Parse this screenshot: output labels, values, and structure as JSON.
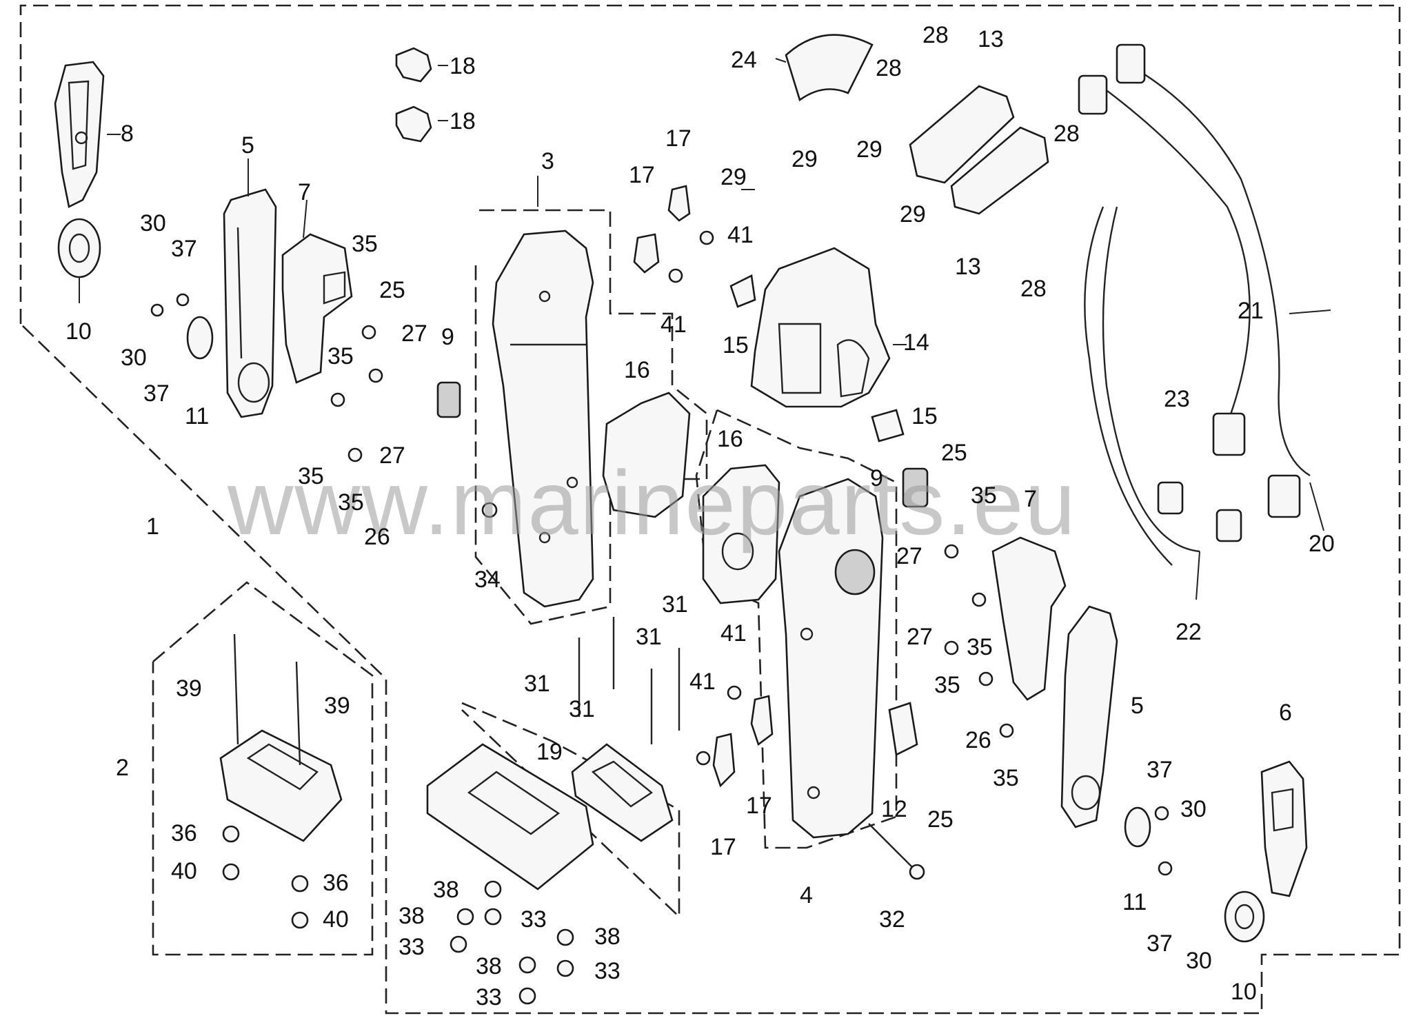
{
  "watermark": "www.marineparts.eu",
  "callouts": {
    "c1": "1",
    "c2": "2",
    "c3": "3",
    "c4": "4",
    "c5a": "5",
    "c5b": "5",
    "c6": "6",
    "c7a": "7",
    "c7b": "7",
    "c8": "8",
    "c9a": "9",
    "c9b": "9",
    "c10a": "10",
    "c10b": "10",
    "c11a": "11",
    "c11b": "11",
    "c12": "12",
    "c13a": "13",
    "c13b": "13",
    "c14": "14",
    "c15a": "15",
    "c15b": "15",
    "c16a": "16",
    "c16b": "16",
    "c17a": "17",
    "c17b": "17",
    "c17c": "17",
    "c17d": "17",
    "c18a": "18",
    "c18b": "18",
    "c19": "19",
    "c20": "20",
    "c21": "21",
    "c22": "22",
    "c23": "23",
    "c24": "24",
    "c25a": "25",
    "c25b": "25",
    "c25c": "25",
    "c26a": "26",
    "c26b": "26",
    "c27a": "27",
    "c27b": "27",
    "c27c": "27",
    "c27d": "27",
    "c28a": "28",
    "c28b": "28",
    "c28c": "28",
    "c28d": "28",
    "c29a": "29",
    "c29b": "29",
    "c29c": "29",
    "c29d": "29",
    "c30a": "30",
    "c30b": "30",
    "c30c": "30",
    "c30d": "30",
    "c31a": "31",
    "c31b": "31",
    "c31c": "31",
    "c31d": "31",
    "c32": "32",
    "c33a": "33",
    "c33b": "33",
    "c33c": "33",
    "c33d": "33",
    "c34": "34",
    "c35a": "35",
    "c35b": "35",
    "c35c": "35",
    "c35d": "35",
    "c35e": "35",
    "c35f": "35",
    "c35g": "35",
    "c36a": "36",
    "c36b": "36",
    "c37a": "37",
    "c37b": "37",
    "c37c": "37",
    "c37d": "37",
    "c38a": "38",
    "c38b": "38",
    "c38c": "38",
    "c38d": "38",
    "c39a": "39",
    "c39b": "39",
    "c40a": "40",
    "c40b": "40",
    "c41a": "41",
    "c41b": "41",
    "c41c": "41",
    "c41d": "41"
  }
}
